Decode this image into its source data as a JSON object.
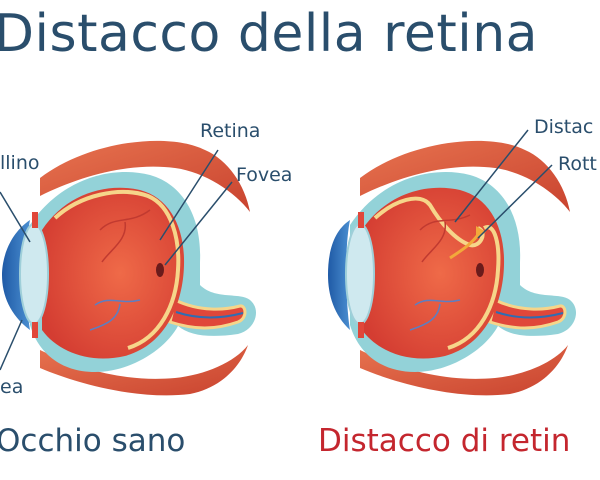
{
  "title": "Distacco della retina",
  "healthy_eye": {
    "caption": "Occhio sano",
    "labels": {
      "lens": "llino",
      "cornea": "ea",
      "retina": "Retina",
      "fovea": "Fovea"
    }
  },
  "detached_eye": {
    "caption": "Distacco di retin",
    "labels": {
      "detachment": "Distac",
      "tear": "Rott"
    }
  },
  "colors": {
    "title": "#2a4e6c",
    "caption_healthy": "#2a4e6c",
    "caption_detached": "#c4262e",
    "sclera": "#93d2d8",
    "eyeball": "#e0473a",
    "retina": "#f6d58a",
    "muscle": "#dc5a3e",
    "cornea": "#2f6db3",
    "lens": "#cfe9ef"
  }
}
